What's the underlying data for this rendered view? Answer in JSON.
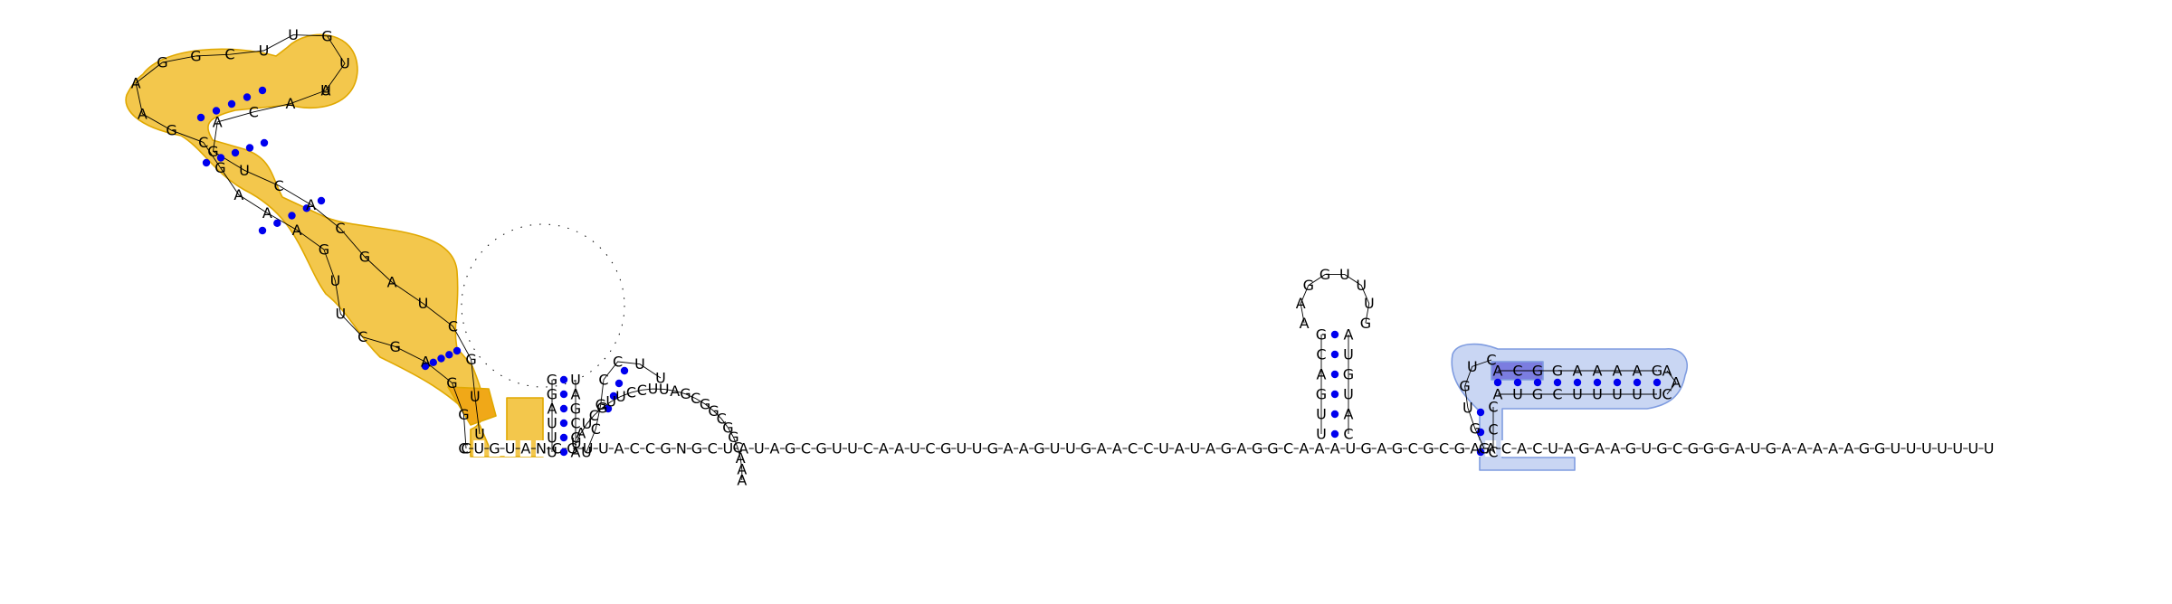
{
  "diagram": {
    "type": "rna-secondary-structure",
    "colors": {
      "background": "#ffffff",
      "text": "#000000",
      "backbone": "#000000",
      "base_pair": "#0000ee",
      "highlight_orange_fill": "#f3c74c",
      "highlight_orange_stroke": "#e0a800",
      "highlight_orange_dark": "#f0a818",
      "highlight_blue_fill": "#c9d6f3",
      "highlight_blue_stroke": "#7f9ce0",
      "highlight_blue_dark": "#7b7de0"
    },
    "strands": [
      {
        "id": "backbone-3prime-tail",
        "letters": "CUGUANCGUUACCGNGCUAUAGCGUUCAAUCGUUGAAGUUGAACCUAUAGAGGCAAAUGAGCGCGAACACUAGAAGUGCGGGAUGAAAAAGGUUUUUUU"
      },
      {
        "id": "multiloop-strand",
        "letters": "CGGAGCUUGAAAGCGAAGGCUUGUUAACAGUCACGAUCGUUCGG"
      },
      {
        "id": "right-hairpin",
        "letters": "UUGACGCAUGUAAAGGUUUGGC"
      },
      {
        "id": "pseudoknot-hairpin",
        "letters": "UCGCCUUCACGAAAAAGAAAUUUUUCUGGC"
      },
      {
        "id": "large-loop",
        "letters": "UAUCGUUCCUUAGCGGCGGCAAA"
      },
      {
        "id": "central-stem",
        "letters": "GGAUUUUAGCCAGCCUAAAG"
      }
    ],
    "base_pairs": [
      {
        "id": "bp-main-1",
        "left": "C",
        "right": "G"
      },
      {
        "id": "bp-main-2",
        "left": "U",
        "right": "A"
      },
      {
        "id": "bp-right-1",
        "left": "A",
        "right": "U"
      },
      {
        "id": "bp-right-2",
        "left": "G",
        "right": "C"
      }
    ]
  }
}
